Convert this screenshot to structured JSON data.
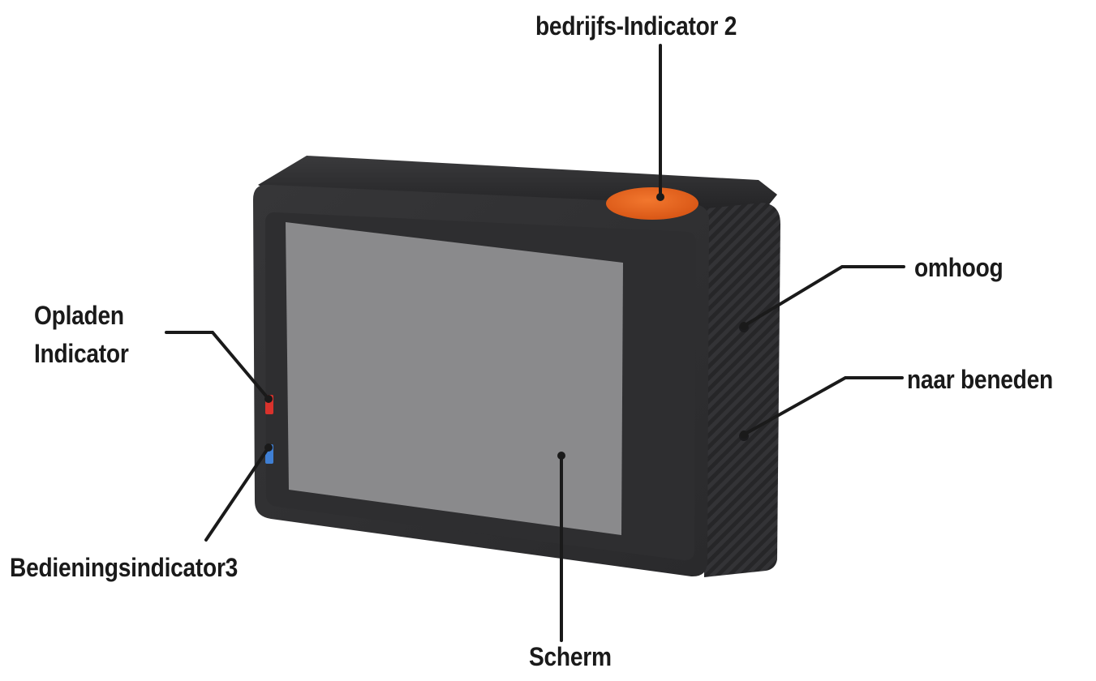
{
  "diagram": {
    "device": "action-camera",
    "callouts": {
      "power_indicator": "bedrijfs-Indicator 2",
      "up_button": "omhoog",
      "down_button": "naar beneden",
      "charge_indicator_line1": "Opladen",
      "charge_indicator_line2": "Indicator",
      "operation_indicator": "Bedieningsindicator3",
      "screen": "Scherm"
    },
    "colors": {
      "body": "#2b2b2d",
      "body_top": "#1f1f21",
      "screen": "#8a8a8c",
      "shutter_button": "#e8641e",
      "charge_led": "#d9322c",
      "operation_led": "#3f7fd4",
      "leader_line": "#1a1a1a"
    }
  }
}
